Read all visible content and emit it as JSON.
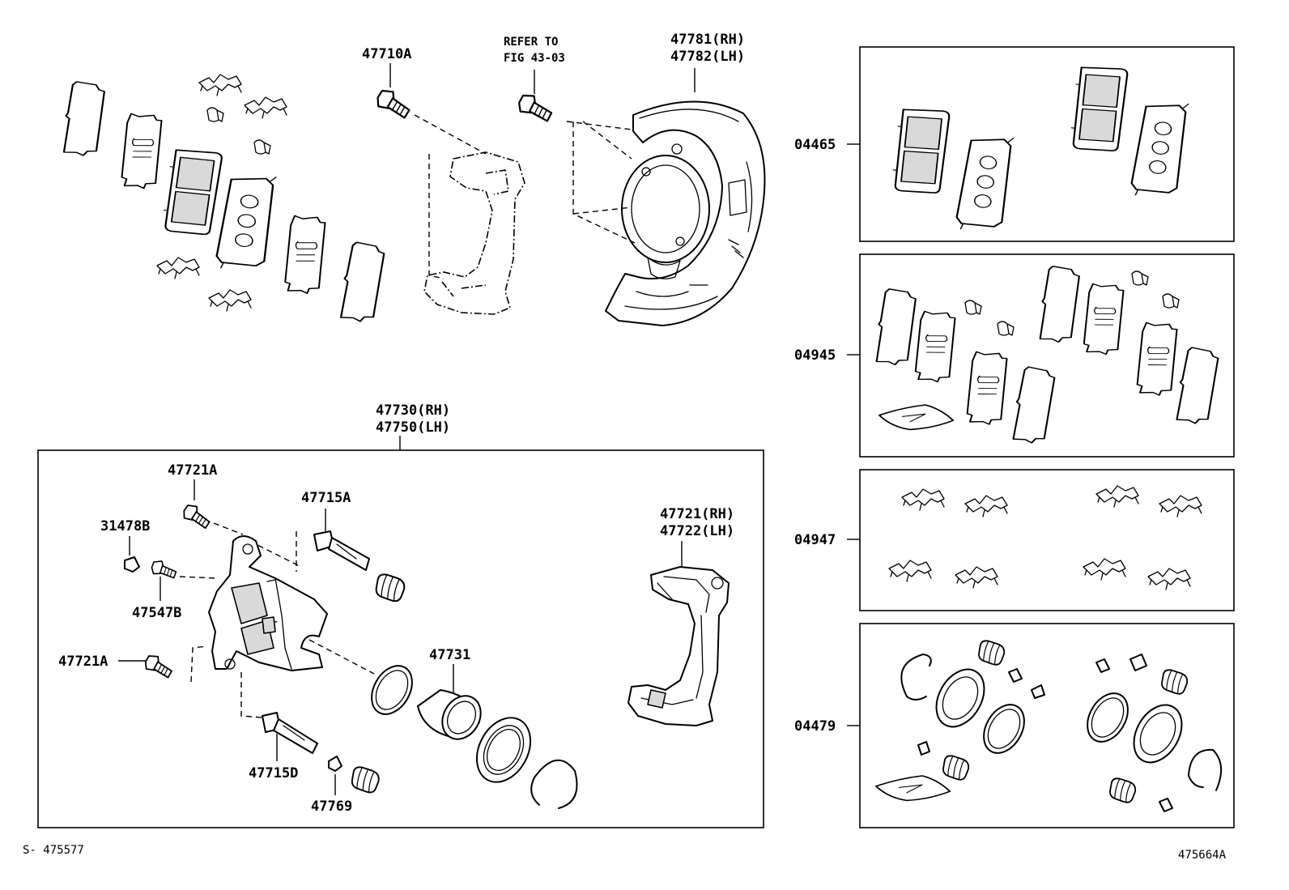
{
  "labels": {
    "p47710a": "47710A",
    "refer1": "REFER TO",
    "refer2": "FIG 43-03",
    "p47781": "47781(RH)",
    "p47782": "47782(LH)",
    "p47730": "47730(RH)",
    "p47750": "47750(LH)",
    "p47721a_top": "47721A",
    "p31478b": "31478B",
    "p47547b": "47547B",
    "p47721a_bottom": "47721A",
    "p47715a": "47715A",
    "p47715d": "47715D",
    "p47769": "47769",
    "p47731": "47731",
    "p47721": "47721(RH)",
    "p47722": "47722(LH)"
  },
  "kits": {
    "k04465": "04465",
    "k04945": "04945",
    "k04947": "04947",
    "k04479": "04479"
  },
  "footer": {
    "left_code": "S- 475577",
    "right_code": "475664A"
  }
}
